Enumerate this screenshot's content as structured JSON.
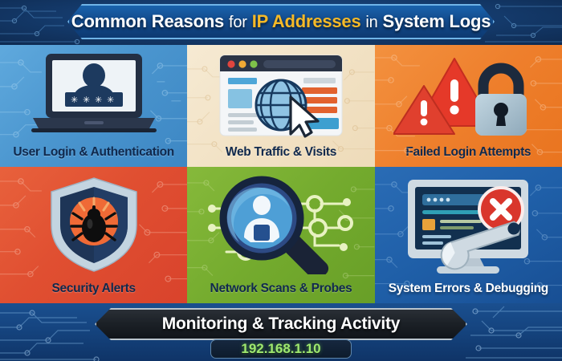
{
  "header": {
    "title_part1": "Common Reasons",
    "title_for": "for",
    "title_highlight": "IP Addresses",
    "title_in": "in",
    "title_part2": "System Logs",
    "highlight_color": "#f5b927",
    "banner_bg": "#12498a"
  },
  "cells": [
    {
      "id": "user-login-authentication",
      "label": "User Login & Authentication",
      "icon": "laptop-login-icon",
      "bg_color": "#4b96cf",
      "label_color": "#10294d",
      "password_mask": "✳ ✳ ✳ ✳"
    },
    {
      "id": "web-traffic-visits",
      "label": "Web Traffic & Visits",
      "icon": "browser-globe-cursor-icon",
      "bg_color": "#f2e2c5",
      "label_color": "#10294d"
    },
    {
      "id": "failed-login-attempts",
      "label": "Failed Login Attempts",
      "icon": "warning-triangles-padlock-icon",
      "bg_color": "#ee7f2c",
      "label_color": "#10294d"
    },
    {
      "id": "security-alerts",
      "label": "Security Alerts",
      "icon": "shield-bug-icon",
      "bg_color": "#e04f31",
      "label_color": "#10294d"
    },
    {
      "id": "network-scans-probes",
      "label": "Network Scans & Probes",
      "icon": "magnifier-network-nodes-icon",
      "bg_color": "#74ab2e",
      "label_color": "#10294d"
    },
    {
      "id": "system-errors-debugging",
      "label": "System Errors & Debugging",
      "icon": "monitor-error-wrench-icon",
      "bg_color": "#1f5fa8",
      "label_color": "#ffffff"
    }
  ],
  "footer": {
    "banner_text": "Monitoring & Tracking Activity",
    "ip_address": "192.168.1.10",
    "ip_color": "#9fe870",
    "banner_bg": "#1b2026"
  }
}
